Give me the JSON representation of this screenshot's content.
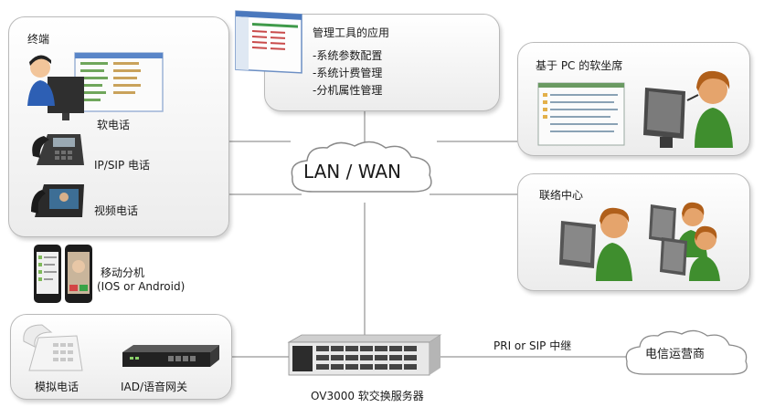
{
  "network": {
    "label": "LAN / WAN"
  },
  "terminal": {
    "title": "终端",
    "softphone": "软电话",
    "ipphone": "IP/SIP 电话",
    "videophone": "视频电话"
  },
  "mobile": {
    "line1": "移动分机",
    "line2": "(IOS or Android)"
  },
  "mgmt": {
    "title": "管理工具的应用",
    "items": [
      "-系统参数配置",
      "-系统计费管理",
      "-分机属性管理"
    ]
  },
  "pc_agent": {
    "title": "基于 PC 的软坐席"
  },
  "contact_center": {
    "title": "联络中心"
  },
  "analog": {
    "phone": "模拟电话",
    "gateway": "IAD/语音网关"
  },
  "server": {
    "label": "OV3000 软交换服务器"
  },
  "trunk": {
    "label": "PRI or SIP  中继"
  },
  "carrier": {
    "label": "电信运营商"
  }
}
